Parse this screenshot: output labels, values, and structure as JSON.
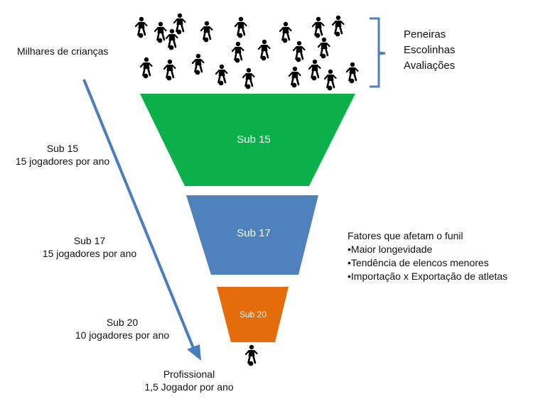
{
  "top": {
    "children_label": "Milhares de crianças",
    "sources": [
      "Peneiras",
      "Escolinhas",
      "Avaliações"
    ],
    "bracket_color": "#4f7ec1"
  },
  "funnel": [
    {
      "label": "Sub 15",
      "color": "#0bb04b"
    },
    {
      "label": "Sub 17",
      "color": "#4f81bd"
    },
    {
      "label": "Sub 20",
      "color": "#e46c0a"
    }
  ],
  "side_labels": [
    {
      "title": "Sub 15",
      "detail": "15 jogadores por ano"
    },
    {
      "title": "Sub 17",
      "detail": "15 jogadores por ano"
    },
    {
      "title": "Sub 20",
      "detail": "10 jogadores por ano"
    }
  ],
  "professional": {
    "title": "Profissional",
    "detail": "1,5 Jogador por ano"
  },
  "factors": {
    "title": "Fatores que afetam o funil",
    "items": [
      "•Maior longevidade",
      "•Tendência de elencos menores",
      "•Importação x Exportação de atletas"
    ]
  },
  "arrow_color": "#4a7cc0",
  "icons": {
    "player": "soccer-player-icon"
  }
}
